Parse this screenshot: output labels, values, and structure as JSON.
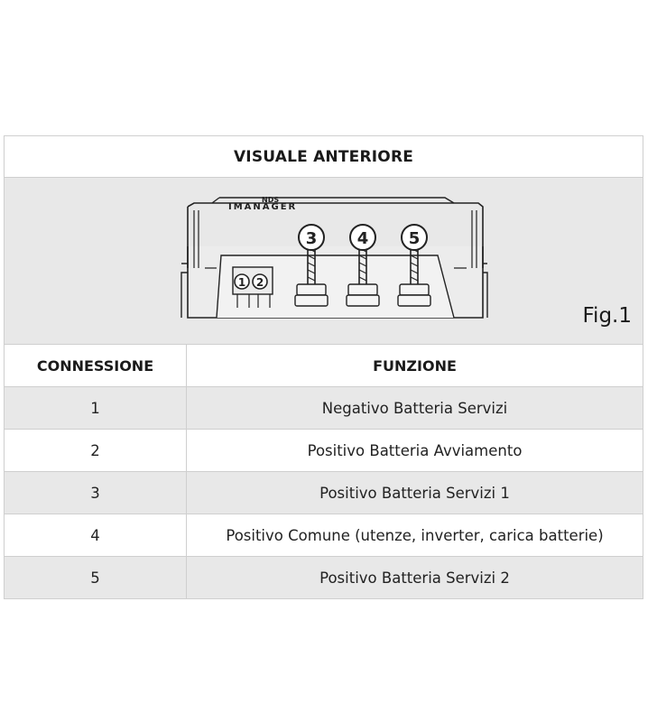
{
  "header": {
    "title": "VISUALE ANTERIORE"
  },
  "figure": {
    "device_brand": "NDS",
    "device_name": "IMANAGER",
    "terminal_labels": [
      "1",
      "2"
    ],
    "post_labels": [
      "3",
      "4",
      "5"
    ],
    "caption": "Fig.1"
  },
  "table": {
    "columns": [
      "CONNESSIONE",
      "FUNZIONE"
    ],
    "rows": [
      {
        "connessione": "1",
        "funzione": "Negativo Batteria Servizi"
      },
      {
        "connessione": "2",
        "funzione": "Positivo Batteria Avviamento"
      },
      {
        "connessione": "3",
        "funzione": "Positivo Batteria Servizi 1"
      },
      {
        "connessione": "4",
        "funzione": "Positivo Comune (utenze, inverter, carica batterie)"
      },
      {
        "connessione": "5",
        "funzione": "Positivo Batteria Servizi 2"
      }
    ]
  }
}
